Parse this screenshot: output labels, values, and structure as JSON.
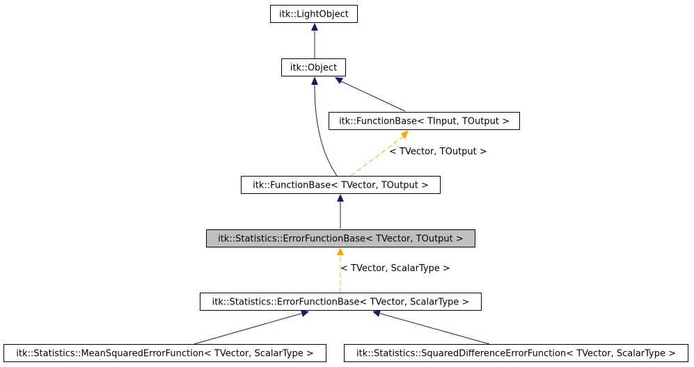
{
  "colors": {
    "inheritance_edge": "#191970",
    "template_edge": "#ffa500",
    "current_node_fill": "#bfbfbf"
  },
  "nodes": {
    "light_object": "itk::LightObject",
    "object": "itk::Object",
    "function_base_tinput": "itk::FunctionBase< TInput, TOutput >",
    "function_base_tvector": "itk::FunctionBase< TVector, TOutput >",
    "error_function_base_toutput": "itk::Statistics::ErrorFunctionBase< TVector, TOutput >",
    "error_function_base_scalar": "itk::Statistics::ErrorFunctionBase< TVector, ScalarType >",
    "mean_squared_error": "itk::Statistics::MeanSquaredErrorFunction< TVector, ScalarType >",
    "squared_difference_error": "itk::Statistics::SquaredDifferenceErrorFunction< TVector, ScalarType >"
  },
  "edge_labels": {
    "tvector_toutput": "< TVector, TOutput >",
    "tvector_scalartype": "< TVector, ScalarType >"
  }
}
